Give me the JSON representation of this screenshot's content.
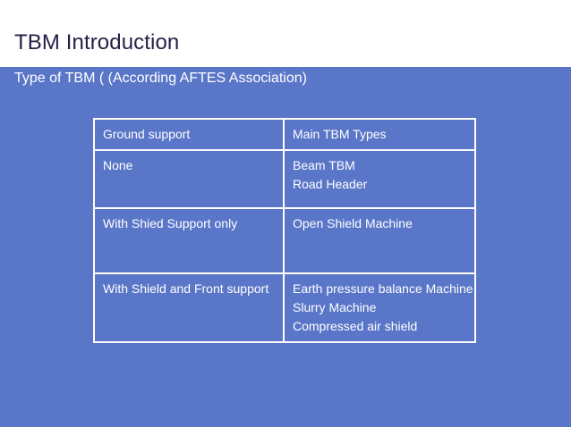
{
  "slide": {
    "title": "TBM Introduction",
    "subtitle": "Type of TBM ( (According AFTES Association)",
    "colors": {
      "background": "#5a76c8",
      "header_band": "#ffffff",
      "title_text": "#231f45",
      "body_text": "#ffffff",
      "table_border": "#ffffff"
    }
  },
  "table": {
    "columns": [
      "Ground support",
      "Main TBM Types"
    ],
    "rows": [
      {
        "ground_support": [
          "None"
        ],
        "main_tbm_types": [
          "Beam TBM",
          "Road Header"
        ]
      },
      {
        "ground_support": [
          "With Shied Support only"
        ],
        "main_tbm_types": [
          "Open Shield Machine"
        ]
      },
      {
        "ground_support": [
          "With Shield and Front support"
        ],
        "main_tbm_types": [
          "Earth pressure balance Machine",
          "Slurry Machine",
          "Compressed air shield"
        ]
      }
    ]
  }
}
